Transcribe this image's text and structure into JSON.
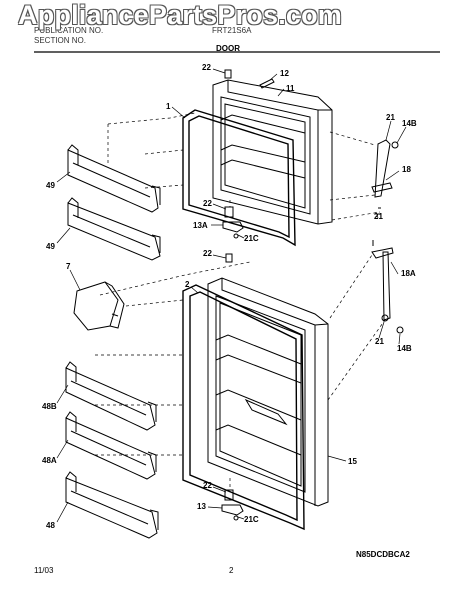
{
  "header": {
    "label_publication": "PUBLICATION NO.",
    "label_section": "SECTION NO.",
    "model_text": "FRT21S6A",
    "section_title": "DOOR"
  },
  "watermark": "AppliancePartsPros.com",
  "callouts": {
    "c22_top": "22",
    "c12": "12",
    "c11": "11",
    "c1": "1",
    "c21_top": "21",
    "c14B_top": "14B",
    "c18": "18",
    "c49_top": "49",
    "c22_mid": "22",
    "c21_mid": "21",
    "c13A": "13A",
    "c21C_top": "21C",
    "c49_bottom": "49",
    "c7": "7",
    "c22_lower": "22",
    "c2": "2",
    "c18A": "18A",
    "c21_bottom": "21",
    "c14B_bottom": "14B",
    "c48B": "48B",
    "c15": "15",
    "c48A": "48A",
    "c22_bottom": "22",
    "c13": "13",
    "c21C_bottom": "21C",
    "c48": "48"
  },
  "footer": {
    "date": "11/03",
    "page": "2",
    "code": "N85DCDBCA2"
  },
  "colors": {
    "line": "#000000",
    "watermark_outline": "#555555"
  }
}
